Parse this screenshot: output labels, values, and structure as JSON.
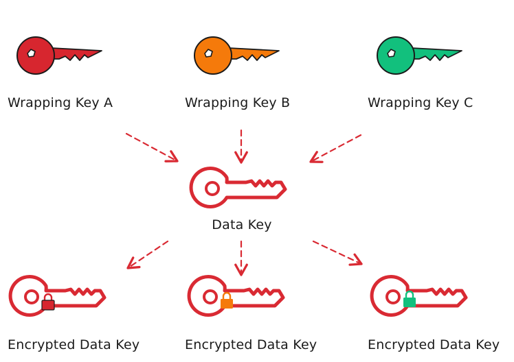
{
  "wrapping_keys": [
    {
      "label": "Wrapping Key A",
      "color": "#d7262f"
    },
    {
      "label": "Wrapping Key B",
      "color": "#f57a0b"
    },
    {
      "label": "Wrapping Key C",
      "color": "#12c07d"
    }
  ],
  "data_key": {
    "label": "Data Key",
    "outline_color": "#d92a33"
  },
  "encrypted_keys": [
    {
      "label": "Encrypted Data Key",
      "lock_color": "#d7262f"
    },
    {
      "label": "Encrypted Data Key",
      "lock_color": "#f57a0b"
    },
    {
      "label": "Encrypted Data Key",
      "lock_color": "#12c07d"
    }
  ],
  "arrow_color": "#d92a33",
  "outline_color": "#1a1a1a"
}
